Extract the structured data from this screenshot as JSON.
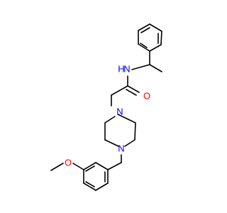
{
  "molecule": {
    "labels": {
      "methoxy_oxygen": "O",
      "carbonyl_oxygen": "O",
      "amide_nitrogen": "N",
      "amide_hydrogen": "H",
      "piperazine_n_top": "N",
      "piperazine_n_bottom": "N"
    },
    "colors": {
      "bond": "#000000",
      "oxygen": "#ff0000",
      "nitrogen": "#0000ff",
      "hydrogen": "#0000ff",
      "background": "#ffffff"
    }
  }
}
